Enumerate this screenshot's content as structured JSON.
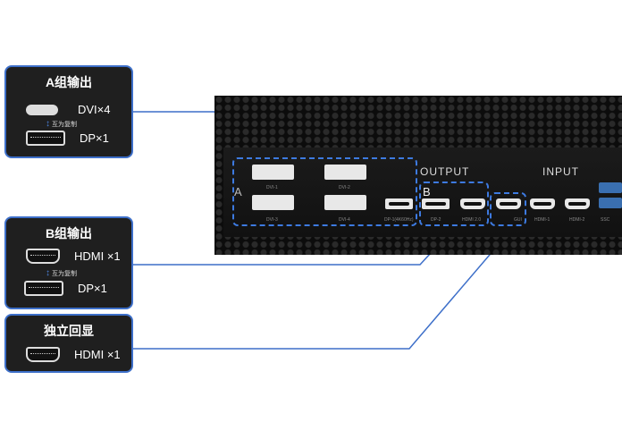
{
  "groups": [
    {
      "title": "A组输出",
      "rows": [
        {
          "icon": "dvi-icon",
          "label": "DVI×4"
        },
        {
          "icon": "displayport-icon",
          "label": "DP×1"
        }
      ],
      "mirror": "互为复制"
    },
    {
      "title": "B组输出",
      "rows": [
        {
          "icon": "hdmi-icon",
          "label": "HDMI ×1"
        },
        {
          "icon": "displayport-icon",
          "label": "DP×1"
        }
      ],
      "mirror": "互为复制"
    },
    {
      "title": "独立回显",
      "rows": [
        {
          "icon": "hdmi-icon",
          "label": "HDMI ×1"
        }
      ]
    }
  ],
  "device": {
    "output_label": "OUTPUT",
    "input_label": "INPUT",
    "group_a": "A",
    "group_b": "B",
    "ports": [
      "DVI-1",
      "DVI-2",
      "DVI-3",
      "DVI-4",
      "DP-1(4K60Hz)",
      "DP-2",
      "HDMI 2.0",
      "GUI",
      "HDMI-1",
      "HDMI-2",
      "SSC"
    ]
  },
  "colors": {
    "accent": "#3d6fc9",
    "box_bg": "#1f1f1f"
  }
}
